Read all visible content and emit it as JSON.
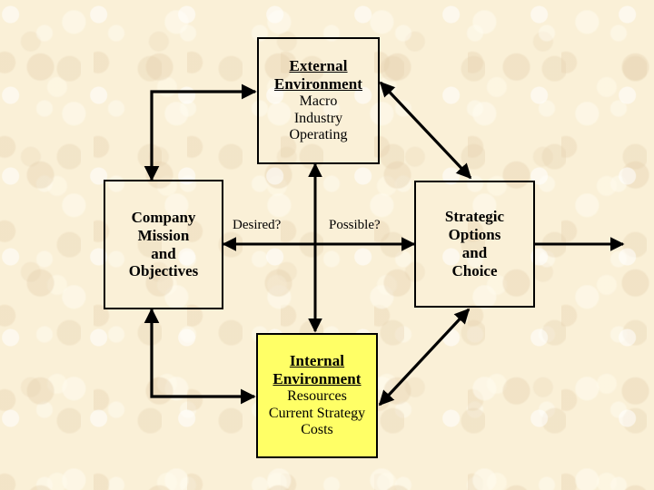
{
  "slide": {
    "background_color": "#FAF0D7",
    "accent_fill": "#FFFF66",
    "line_color": "#000000"
  },
  "nodes": [
    {
      "id": "external-environment",
      "title_lines": [
        "External",
        "Environment"
      ],
      "sub_lines": [
        "Macro",
        "Industry",
        "Operating"
      ],
      "fill": "transparent"
    },
    {
      "id": "company-mission",
      "heading_lines": [
        "Company",
        "Mission",
        "and",
        "Objectives"
      ],
      "fill": "transparent"
    },
    {
      "id": "strategic-options",
      "heading_lines": [
        "Strategic",
        "Options",
        "and",
        "Choice"
      ],
      "fill": "transparent"
    },
    {
      "id": "internal-environment",
      "title_lines": [
        "Internal",
        "Environment"
      ],
      "sub_lines": [
        "Resources",
        "Current Strategy",
        "Costs"
      ],
      "fill": "#FFFF66"
    }
  ],
  "edge_labels": {
    "desired": "Desired?",
    "possible": "Possible?"
  }
}
